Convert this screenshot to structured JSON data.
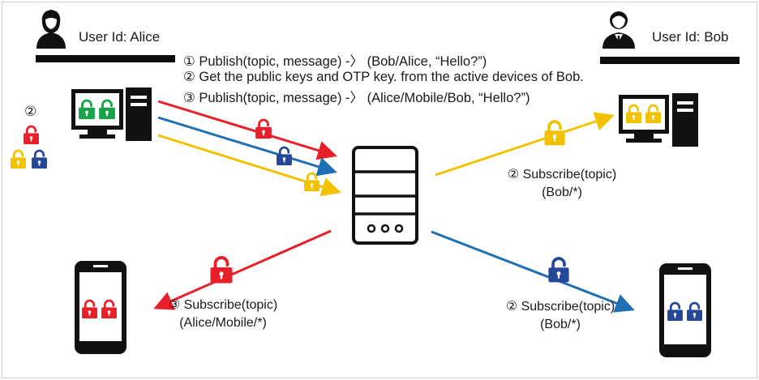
{
  "users": {
    "alice": {
      "label": "User Id: Alice"
    },
    "bob": {
      "label": "User Id: Bob"
    }
  },
  "steps": [
    "① Publish(topic, message) -〉 (Bob/Alice, “Hello?”)",
    "② Get the public keys and OTP key. from the active devices of Bob.",
    "③ Publish(topic, message) -〉 (Alice/Mobile/Bob, “Hello?”)"
  ],
  "keys_badge": "②",
  "subscriptions": {
    "bob_pc": {
      "line1": "② Subscribe(topic)",
      "line2": "(Bob/*)"
    },
    "alice_mobile": {
      "line1": "③ Subscribe(topic)",
      "line2": "(Alice/Mobile/*)"
    },
    "bob_mobile": {
      "line1": "② Subscribe(topic)",
      "line2": "(Bob/*)"
    }
  },
  "colors": {
    "red": "#e8202a",
    "blue": "#1f6fb5",
    "yellow": "#f2c200",
    "green": "#1aa34a",
    "dark_blue": "#24479a",
    "black": "#111111"
  }
}
